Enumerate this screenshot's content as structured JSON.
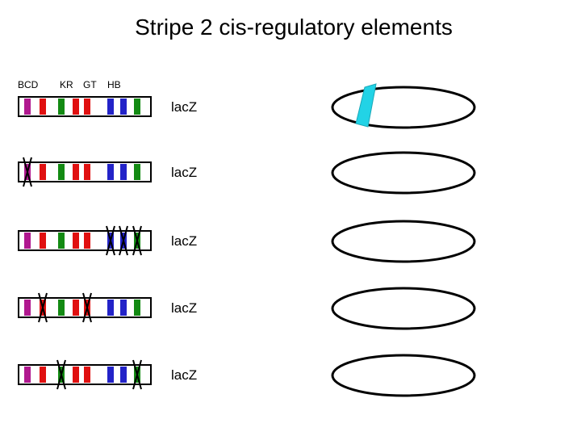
{
  "title": "Stripe 2 cis-regulatory elements",
  "legend": {
    "bcd": "BCD",
    "kr": "KR",
    "gt": "GT",
    "hb": "HB"
  },
  "reporter_label": "lacZ",
  "colors": {
    "BCD": "#b0188f",
    "KR": "#e01010",
    "GT": "#138a13",
    "HB": "#2323c8",
    "stripe": "#22d3e6",
    "outline": "#000000",
    "deletion_mark": "#000000"
  },
  "element_order": [
    "BCD",
    "KR",
    "KR",
    "GT",
    "GT",
    "KR",
    "HB",
    "HB",
    "GT"
  ],
  "constructs": [
    {
      "deleted_elements": [],
      "stripe_expression": true
    },
    {
      "deleted_elements": [
        0
      ],
      "stripe_expression": false
    },
    {
      "deleted_elements": [
        6,
        7,
        8
      ],
      "stripe_expression": false
    },
    {
      "deleted_elements": [
        1,
        5
      ],
      "stripe_expression": false
    },
    {
      "deleted_elements": [
        3,
        8
      ],
      "stripe_expression": false
    }
  ]
}
